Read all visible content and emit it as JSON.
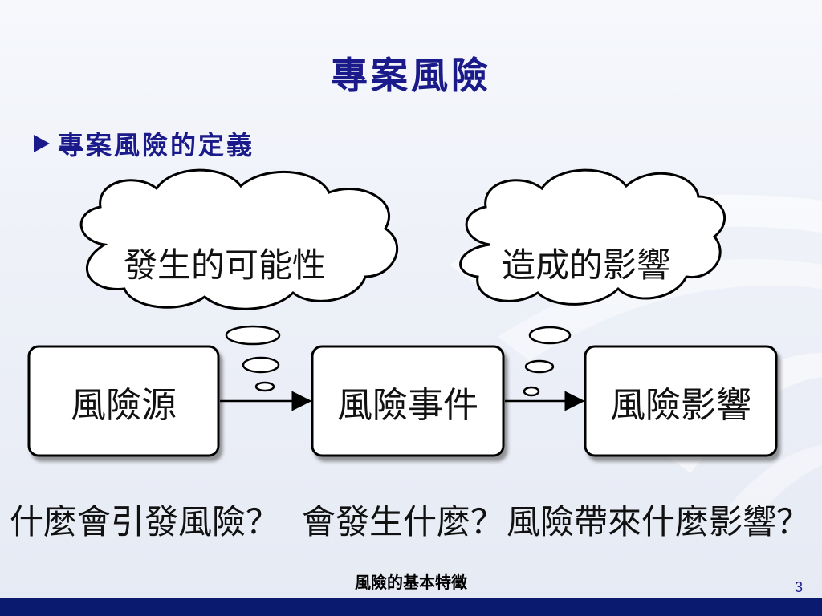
{
  "title": "專案風險",
  "bullet": "專案風險的定義",
  "clouds": [
    {
      "text": "發生的可能性"
    },
    {
      "text": "造成的影響"
    }
  ],
  "boxes": [
    {
      "text": "風險源"
    },
    {
      "text": "風險事件"
    },
    {
      "text": "風險影響"
    }
  ],
  "questions": [
    {
      "text": "什麼會引發風險？"
    },
    {
      "text": "會發生什麼？"
    },
    {
      "text": "風險帶來什麼影響？"
    }
  ],
  "footer": "風險的基本特徵",
  "page_number": "3",
  "colors": {
    "title": "#1a1a8a",
    "bottom_bar": "#0a1a6e"
  }
}
